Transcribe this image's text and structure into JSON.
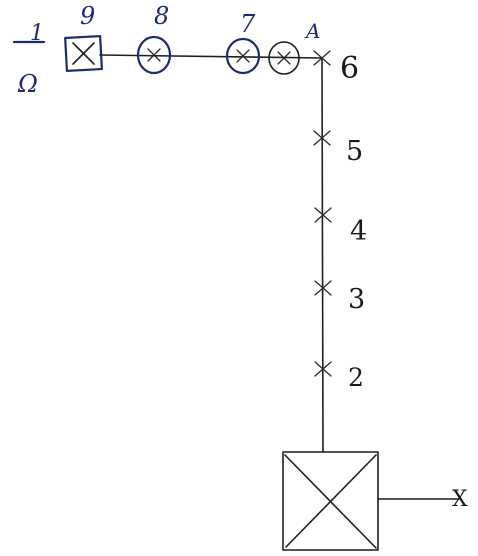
{
  "colors": {
    "paper": "#ffffff",
    "pencil": "#1f1f1f",
    "ink": "#1c2a7a"
  },
  "labels": {
    "left_top": "1",
    "left_bottom": "Ω",
    "node_9": "9",
    "node_8": "8",
    "node_7": "7",
    "corner": "A",
    "point_6": "6",
    "point_5": "5",
    "point_4": "4",
    "point_3": "3",
    "point_2": "2",
    "output_end": "X"
  }
}
